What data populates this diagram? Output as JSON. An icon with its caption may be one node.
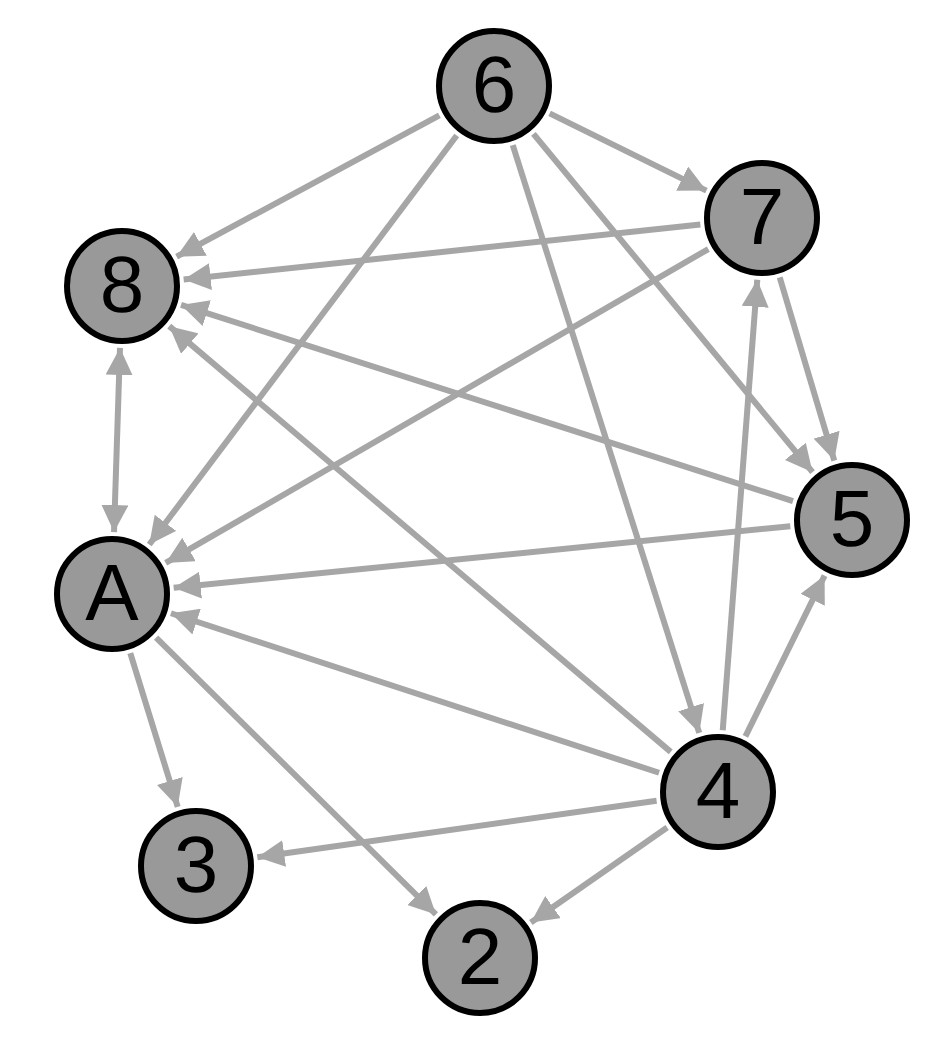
{
  "diagram": {
    "nodes": [
      {
        "text": [
          "6"
        ]
      },
      {
        "text": [
          "7"
        ]
      },
      {
        "text": [
          "8"
        ]
      },
      {
        "text": [
          "5"
        ]
      },
      {
        "text": [
          "A"
        ]
      },
      {
        "text": [
          "4"
        ]
      },
      {
        "text": [
          "3"
        ]
      },
      {
        "text": [
          "2"
        ]
      }
    ],
    "edges": [
      {
        "from": 0,
        "to": 1,
        "arrow": "to"
      },
      {
        "from": 0,
        "to": 2,
        "arrow": "to"
      },
      {
        "from": 0,
        "to": 4,
        "arrow": "to"
      },
      {
        "from": 0,
        "to": 5,
        "arrow": "to"
      },
      {
        "from": 0,
        "to": 3,
        "arrow": "to"
      },
      {
        "from": 1,
        "to": 2,
        "arrow": "to"
      },
      {
        "from": 1,
        "to": 4,
        "arrow": "to"
      },
      {
        "from": 1,
        "to": 3,
        "arrow": "to"
      },
      {
        "from": 2,
        "to": 4,
        "arrow": "both"
      },
      {
        "from": 3,
        "to": 2,
        "arrow": "to"
      },
      {
        "from": 3,
        "to": 4,
        "arrow": "to"
      },
      {
        "from": 5,
        "to": 2,
        "arrow": "to"
      },
      {
        "from": 5,
        "to": 4,
        "arrow": "to"
      },
      {
        "from": 5,
        "to": 1,
        "arrow": "to"
      },
      {
        "from": 5,
        "to": 3,
        "arrow": "to"
      },
      {
        "from": 5,
        "to": 6,
        "arrow": "to"
      },
      {
        "from": 5,
        "to": 7,
        "arrow": "to"
      },
      {
        "from": 4,
        "to": 6,
        "arrow": "to"
      },
      {
        "from": 4,
        "to": 7,
        "arrow": "to"
      }
    ]
  }
}
